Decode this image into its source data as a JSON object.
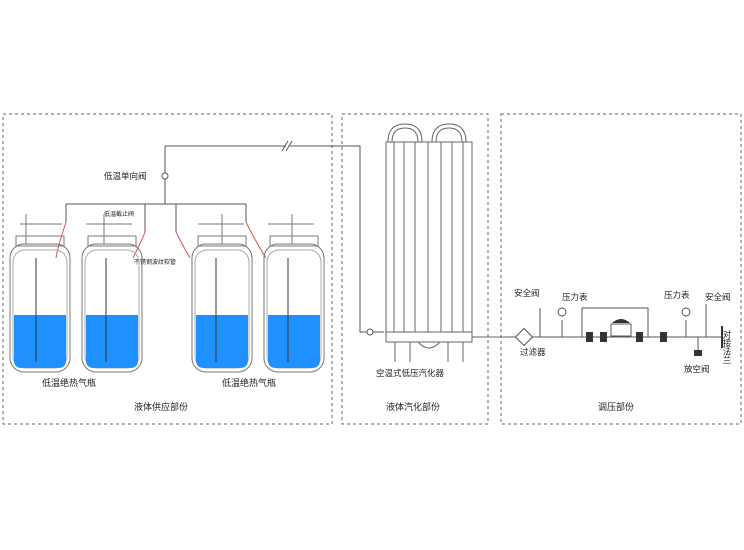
{
  "sections": {
    "liquid_supply": "液体供应部份",
    "vaporizer": "液体汽化部份",
    "pressure_regulation": "调压部份"
  },
  "labels": {
    "check_valve": "低温单向阀",
    "shutoff_valve": "低温截止阀",
    "braided_hose": "不锈钢波纹软管",
    "cylinders_left": "低温绝热气瓶",
    "cylinders_right": "低温绝热气瓶",
    "vaporizer": "空温式低压汽化器",
    "safety_valve_left": "安全阀",
    "pressure_gauge_left": "压力表",
    "filter": "过滤器",
    "pressure_gauge_right": "压力表",
    "safety_valve_right": "安全阀",
    "vent_valve": "放空阀",
    "flange": "对接法兰"
  },
  "colors": {
    "line": "#555555",
    "liquid": "#1e90ff",
    "hose": "#d9534f",
    "dash": "#666666"
  },
  "icons": {
    "gauge": "pressure-gauge-icon",
    "valve": "valve-icon"
  }
}
